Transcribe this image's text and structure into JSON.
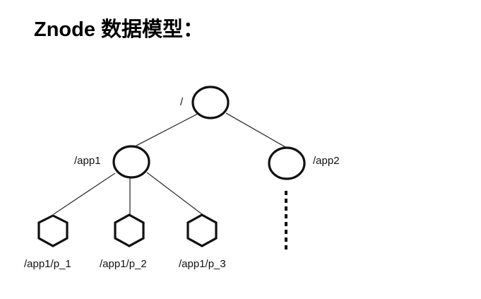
{
  "title": "Znode 数据模型：",
  "nodes": {
    "root": "/",
    "app1": "/app1",
    "app2": "/app2",
    "p1": "/app1/p_1",
    "p2": "/app1/p_2",
    "p3": "/app1/p_3"
  }
}
